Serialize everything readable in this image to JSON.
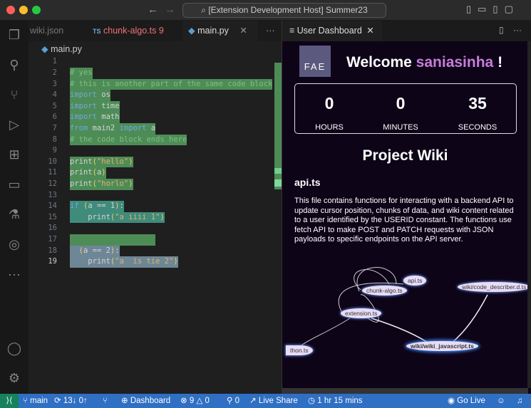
{
  "titlebar": {
    "search": "[Extension Development Host] Summer23"
  },
  "tabs": [
    {
      "label": "wiki.json"
    },
    {
      "label": "chunk-algo.ts",
      "badge": "9",
      "icon": "TS"
    },
    {
      "label": "main.py"
    }
  ],
  "editor": {
    "breadcrumb": "main.py",
    "lines": [
      "1",
      "2",
      "3",
      "4",
      "5",
      "6",
      "7",
      "8",
      "9",
      "10",
      "11",
      "12",
      "13",
      "14",
      "15",
      "16",
      "17",
      "18",
      "19"
    ]
  },
  "panel": {
    "tab": "User Dashboard",
    "logo": "FAE",
    "welcome": "Welcome",
    "username": "saniasinha",
    "exclaim": "!",
    "timer": [
      {
        "value": "0",
        "label": "HOURS"
      },
      {
        "value": "0",
        "label": "MINUTES"
      },
      {
        "value": "35",
        "label": "SECONDS"
      }
    ],
    "wiki_title": "Project Wiki",
    "file": "api.ts",
    "description": "This file contains functions for interacting with a backend API to update cursor position, chunks of data, and wiki content related to a user identified by the USERID constant. The functions use fetch API to make POST and PATCH requests with JSON payloads to specific endpoints on the API server.",
    "graph_nodes": [
      "api.ts",
      "chunk-algo.ts",
      "extension.ts",
      "wiki/code_describer.d.ts",
      "wiki/wiki_javascript.ts",
      "thon.ts"
    ]
  },
  "status": {
    "branch": "main",
    "sync": "13↓ 0↑",
    "dashboard": "Dashboard",
    "errors": "9",
    "warnings": "0",
    "ports": "0",
    "liveshare": "Live Share",
    "time": "1 hr 15 mins",
    "golive": "Go Live"
  },
  "colors": {
    "status_bar": "#2f6fc4",
    "remote": "#16825d",
    "username": "#c77dd8",
    "panel_bg": "#0e0418"
  }
}
